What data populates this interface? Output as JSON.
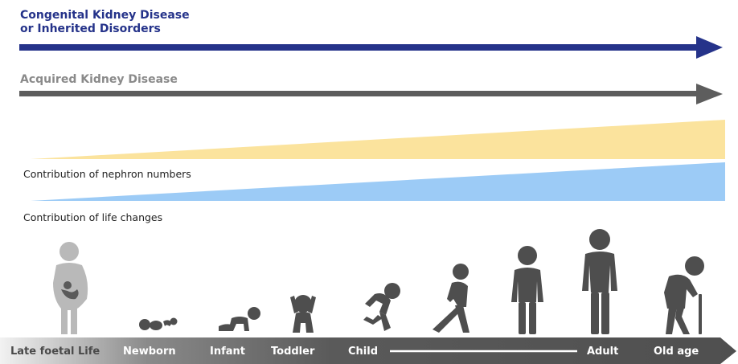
{
  "arrows": {
    "congenital_title_line1": "Congenital Kidney Disease",
    "congenital_title_line2": "or Inherited Disorders",
    "acquired_title": "Acquired Kidney Disease"
  },
  "wedges": {
    "nephron_label": "Contribution of nephron numbers",
    "life_label": "Contribution of life changes"
  },
  "timeline": {
    "stages": [
      "Late foetal Life",
      "Newborn",
      "Infant",
      "Toddler",
      "Child",
      "Adult",
      "Old age"
    ]
  },
  "colors": {
    "congenital": "#25338a",
    "acquired": "#5d5d5d",
    "nephron_wedge": "#fbe39d",
    "life_wedge": "#9ccbf6",
    "figures": "#5a5a5a",
    "timeline_bar_start": "#ffffff",
    "timeline_bar_end": "#4f4f4f",
    "foetal_figure": "#b9b9b9"
  }
}
